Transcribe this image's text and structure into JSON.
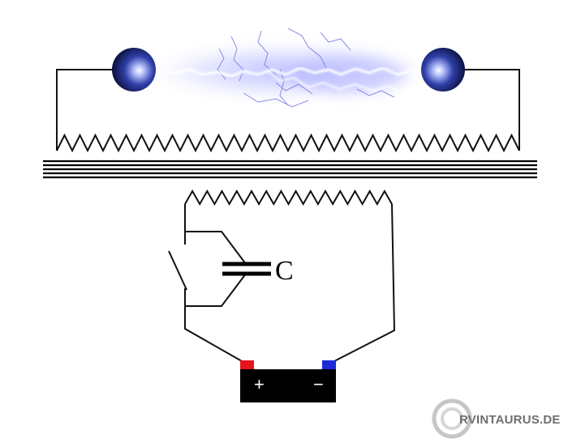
{
  "diagram": {
    "capacitor_label": "C",
    "battery": {
      "plus_sign": "+",
      "minus_sign": "−",
      "positive_color": "#e8141b",
      "negative_color": "#1d2bd8",
      "body_color": "#000000"
    },
    "electrode_color": "#1e2f8a",
    "spark_color": "#8a8aff",
    "watermark": {
      "text": "RVINTAURUS.DE",
      "mark_letter": "O",
      "color": "#9a9a9a"
    }
  }
}
